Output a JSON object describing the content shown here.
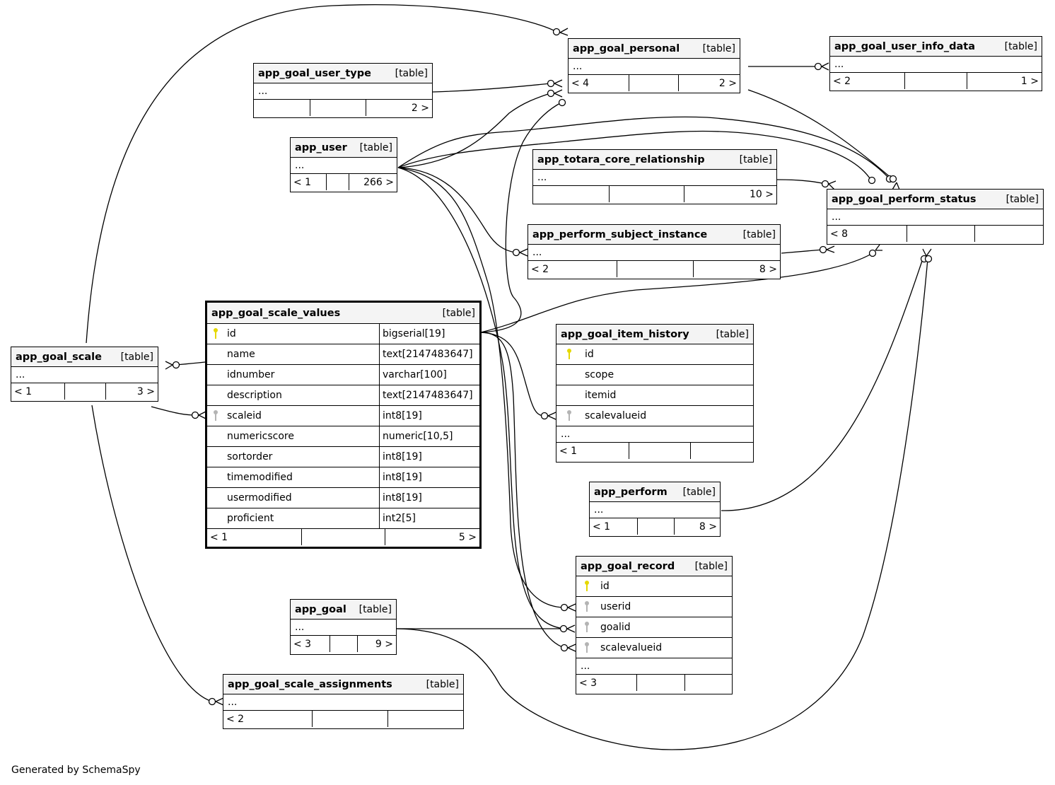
{
  "footer": "Generated by SchemaSpy",
  "label_table": "[table]",
  "ellipsis": "...",
  "tables": {
    "app_goal_personal": {
      "name": "app_goal_personal",
      "ftr": [
        "< 4",
        "",
        "2 >"
      ]
    },
    "app_goal_user_info_data": {
      "name": "app_goal_user_info_data",
      "ftr": [
        "< 2",
        "",
        "1 >"
      ]
    },
    "app_goal_user_type": {
      "name": "app_goal_user_type",
      "ftr": [
        "",
        "",
        "2 >"
      ]
    },
    "app_user": {
      "name": "app_user",
      "ftr": [
        "< 1",
        "",
        "266 >"
      ]
    },
    "app_totara_core_relationship": {
      "name": "app_totara_core_relationship",
      "ftr": [
        "",
        "",
        "10 >"
      ]
    },
    "app_goal_perform_status": {
      "name": "app_goal_perform_status",
      "ftr": [
        "< 8",
        "",
        ""
      ]
    },
    "app_perform_subject_instance": {
      "name": "app_perform_subject_instance",
      "ftr": [
        "< 2",
        "",
        "8 >"
      ]
    },
    "app_goal_scale": {
      "name": "app_goal_scale",
      "ftr": [
        "< 1",
        "",
        "3 >"
      ]
    },
    "app_goal_scale_values": {
      "name": "app_goal_scale_values",
      "columns": [
        {
          "name": "id",
          "type": "bigserial[19]",
          "key": "pk"
        },
        {
          "name": "name",
          "type": "text[2147483647]",
          "key": ""
        },
        {
          "name": "idnumber",
          "type": "varchar[100]",
          "key": ""
        },
        {
          "name": "description",
          "type": "text[2147483647]",
          "key": ""
        },
        {
          "name": "scaleid",
          "type": "int8[19]",
          "key": "fk"
        },
        {
          "name": "numericscore",
          "type": "numeric[10,5]",
          "key": ""
        },
        {
          "name": "sortorder",
          "type": "int8[19]",
          "key": ""
        },
        {
          "name": "timemodified",
          "type": "int8[19]",
          "key": ""
        },
        {
          "name": "usermodified",
          "type": "int8[19]",
          "key": ""
        },
        {
          "name": "proficient",
          "type": "int2[5]",
          "key": ""
        }
      ],
      "ftr": [
        "< 1",
        "",
        "5 >"
      ]
    },
    "app_goal_item_history": {
      "name": "app_goal_item_history",
      "columns": [
        {
          "name": "id",
          "key": "pk"
        },
        {
          "name": "scope",
          "key": ""
        },
        {
          "name": "itemid",
          "key": ""
        },
        {
          "name": "scalevalueid",
          "key": "fk"
        }
      ],
      "ftr": [
        "< 1",
        "",
        ""
      ]
    },
    "app_perform": {
      "name": "app_perform",
      "ftr": [
        "< 1",
        "",
        "8 >"
      ]
    },
    "app_goal_record": {
      "name": "app_goal_record",
      "columns": [
        {
          "name": "id",
          "key": "pk"
        },
        {
          "name": "userid",
          "key": "fk"
        },
        {
          "name": "goalid",
          "key": "fk"
        },
        {
          "name": "scalevalueid",
          "key": "fk"
        }
      ],
      "ftr": [
        "< 3",
        "",
        ""
      ]
    },
    "app_goal": {
      "name": "app_goal",
      "ftr": [
        "< 3",
        "",
        "9 >"
      ]
    },
    "app_goal_scale_assignments": {
      "name": "app_goal_scale_assignments",
      "ftr": [
        "< 2",
        "",
        ""
      ]
    }
  }
}
